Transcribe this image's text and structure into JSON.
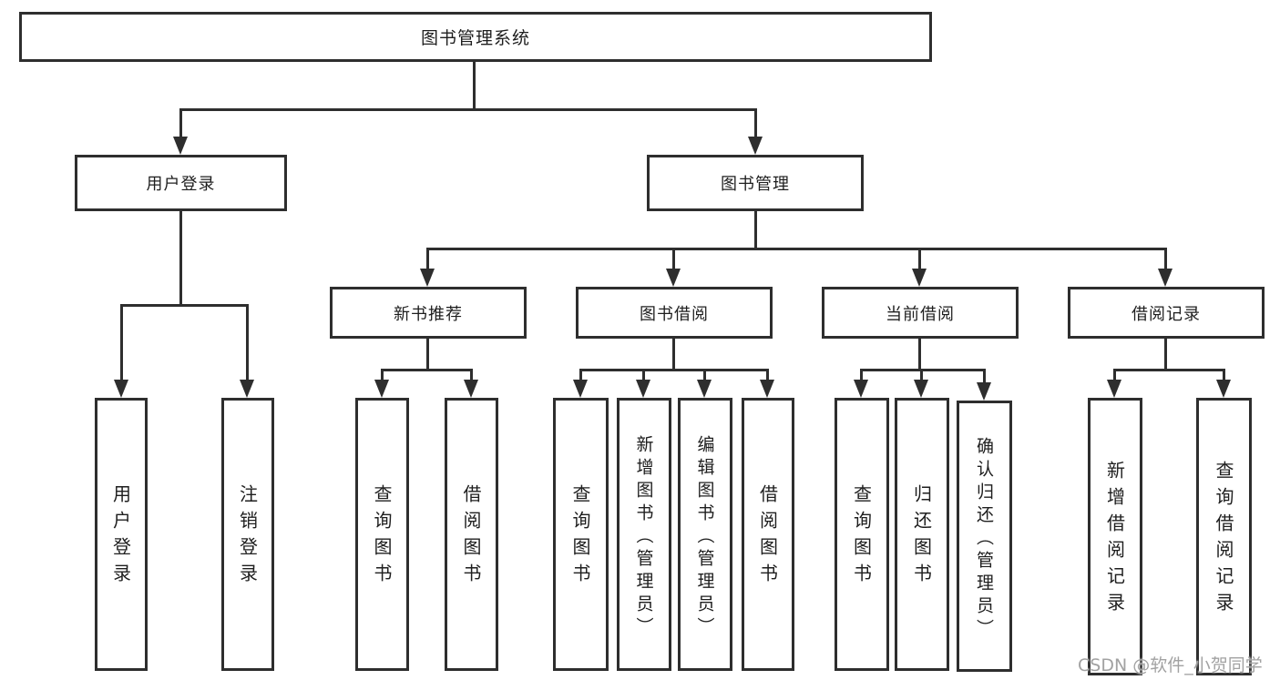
{
  "diagram": {
    "watermark": "CSDN @软件_小贺同学",
    "colors": {
      "line": "#2e2e2e",
      "box_border": "#2e2e2e",
      "box_fill": "#ffffff",
      "text": "#1e1e1e",
      "watermark": "#a2a2a2",
      "background": "#ffffff"
    }
  },
  "tree": {
    "label": "图书管理系统",
    "children": [
      {
        "label": "用户登录",
        "children": [
          {
            "label": "用户登录"
          },
          {
            "label": "注销登录"
          }
        ]
      },
      {
        "label": "图书管理",
        "children": [
          {
            "label": "新书推荐",
            "children": [
              {
                "label": "查询图书"
              },
              {
                "label": "借阅图书"
              }
            ]
          },
          {
            "label": "图书借阅",
            "children": [
              {
                "label": "查询图书"
              },
              {
                "label": "新增图书（管理员）"
              },
              {
                "label": "编辑图书（管理员）"
              },
              {
                "label": "借阅图书"
              }
            ]
          },
          {
            "label": "当前借阅",
            "children": [
              {
                "label": "查询图书"
              },
              {
                "label": "归还图书"
              },
              {
                "label": "确认归还（管理员）"
              }
            ]
          },
          {
            "label": "借阅记录",
            "children": [
              {
                "label": "新增借阅记录"
              },
              {
                "label": "查询借阅记录"
              }
            ]
          }
        ]
      }
    ]
  }
}
